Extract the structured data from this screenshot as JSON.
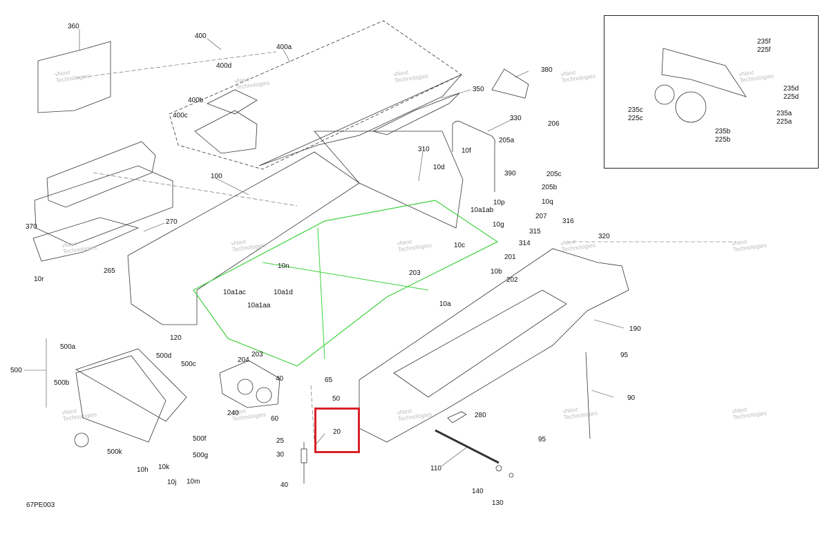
{
  "diagram_code": "67PE003",
  "watermark": {
    "line1": "vNext",
    "line2": "Technologies"
  },
  "colors": {
    "highlight": "#d81f26",
    "green_part": "#3ad13a",
    "line": "#333333"
  },
  "labels": [
    {
      "id": "360",
      "text": "360"
    },
    {
      "id": "400",
      "text": "400"
    },
    {
      "id": "400a",
      "text": "400a"
    },
    {
      "id": "400d",
      "text": "400d"
    },
    {
      "id": "400b",
      "text": "400b"
    },
    {
      "id": "400c",
      "text": "400c"
    },
    {
      "id": "380",
      "text": "380"
    },
    {
      "id": "350",
      "text": "350"
    },
    {
      "id": "330",
      "text": "330"
    },
    {
      "id": "206",
      "text": "206"
    },
    {
      "id": "205a",
      "text": "205a"
    },
    {
      "id": "10f",
      "text": "10f"
    },
    {
      "id": "310",
      "text": "310"
    },
    {
      "id": "10d",
      "text": "10d"
    },
    {
      "id": "390",
      "text": "390"
    },
    {
      "id": "205c",
      "text": "205c"
    },
    {
      "id": "205b",
      "text": "205b"
    },
    {
      "id": "10q",
      "text": "10q"
    },
    {
      "id": "10p",
      "text": "10p"
    },
    {
      "id": "207",
      "text": "207"
    },
    {
      "id": "10a1ab",
      "text": "10a1ab"
    },
    {
      "id": "10g",
      "text": "10g"
    },
    {
      "id": "370",
      "text": "370"
    },
    {
      "id": "100",
      "text": "100"
    },
    {
      "id": "270",
      "text": "270"
    },
    {
      "id": "265",
      "text": "265"
    },
    {
      "id": "10r",
      "text": "10r"
    },
    {
      "id": "316",
      "text": "316"
    },
    {
      "id": "320",
      "text": "320"
    },
    {
      "id": "315",
      "text": "315"
    },
    {
      "id": "314",
      "text": "314"
    },
    {
      "id": "201",
      "text": "201"
    },
    {
      "id": "202",
      "text": "202"
    },
    {
      "id": "10c",
      "text": "10c"
    },
    {
      "id": "10b",
      "text": "10b"
    },
    {
      "id": "203a",
      "text": "203"
    },
    {
      "id": "10n",
      "text": "10n"
    },
    {
      "id": "10a1ac",
      "text": "10a1ac"
    },
    {
      "id": "10a1d",
      "text": "10a1d"
    },
    {
      "id": "10a1aa",
      "text": "10a1aa"
    },
    {
      "id": "10a",
      "text": "10a"
    },
    {
      "id": "190",
      "text": "190"
    },
    {
      "id": "120",
      "text": "120"
    },
    {
      "id": "500a",
      "text": "500a"
    },
    {
      "id": "500d",
      "text": "500d"
    },
    {
      "id": "500c",
      "text": "500c"
    },
    {
      "id": "500",
      "text": "500"
    },
    {
      "id": "500b",
      "text": "500b"
    },
    {
      "id": "204",
      "text": "204"
    },
    {
      "id": "203b",
      "text": "203"
    },
    {
      "id": "40a",
      "text": "40"
    },
    {
      "id": "65",
      "text": "65"
    },
    {
      "id": "50",
      "text": "50"
    },
    {
      "id": "240",
      "text": "240"
    },
    {
      "id": "60",
      "text": "60"
    },
    {
      "id": "20",
      "text": "20"
    },
    {
      "id": "25",
      "text": "25"
    },
    {
      "id": "30",
      "text": "30"
    },
    {
      "id": "40b",
      "text": "40"
    },
    {
      "id": "500f",
      "text": "500f"
    },
    {
      "id": "500g",
      "text": "500g"
    },
    {
      "id": "500k",
      "text": "500k"
    },
    {
      "id": "10h",
      "text": "10h"
    },
    {
      "id": "10k",
      "text": "10k"
    },
    {
      "id": "10j",
      "text": "10j"
    },
    {
      "id": "10m",
      "text": "10m"
    },
    {
      "id": "95a",
      "text": "95"
    },
    {
      "id": "90",
      "text": "90"
    },
    {
      "id": "95b",
      "text": "95"
    },
    {
      "id": "280",
      "text": "280"
    },
    {
      "id": "110",
      "text": "110"
    },
    {
      "id": "140",
      "text": "140"
    },
    {
      "id": "130",
      "text": "130"
    },
    {
      "id": "235f",
      "text": "235f"
    },
    {
      "id": "225f",
      "text": "225f"
    },
    {
      "id": "235d",
      "text": "235d"
    },
    {
      "id": "225d",
      "text": "225d"
    },
    {
      "id": "235c",
      "text": "235c"
    },
    {
      "id": "225c",
      "text": "225c"
    },
    {
      "id": "235a",
      "text": "235a"
    },
    {
      "id": "225a",
      "text": "225a"
    },
    {
      "id": "235b",
      "text": "235b"
    },
    {
      "id": "225b",
      "text": "225b"
    }
  ]
}
